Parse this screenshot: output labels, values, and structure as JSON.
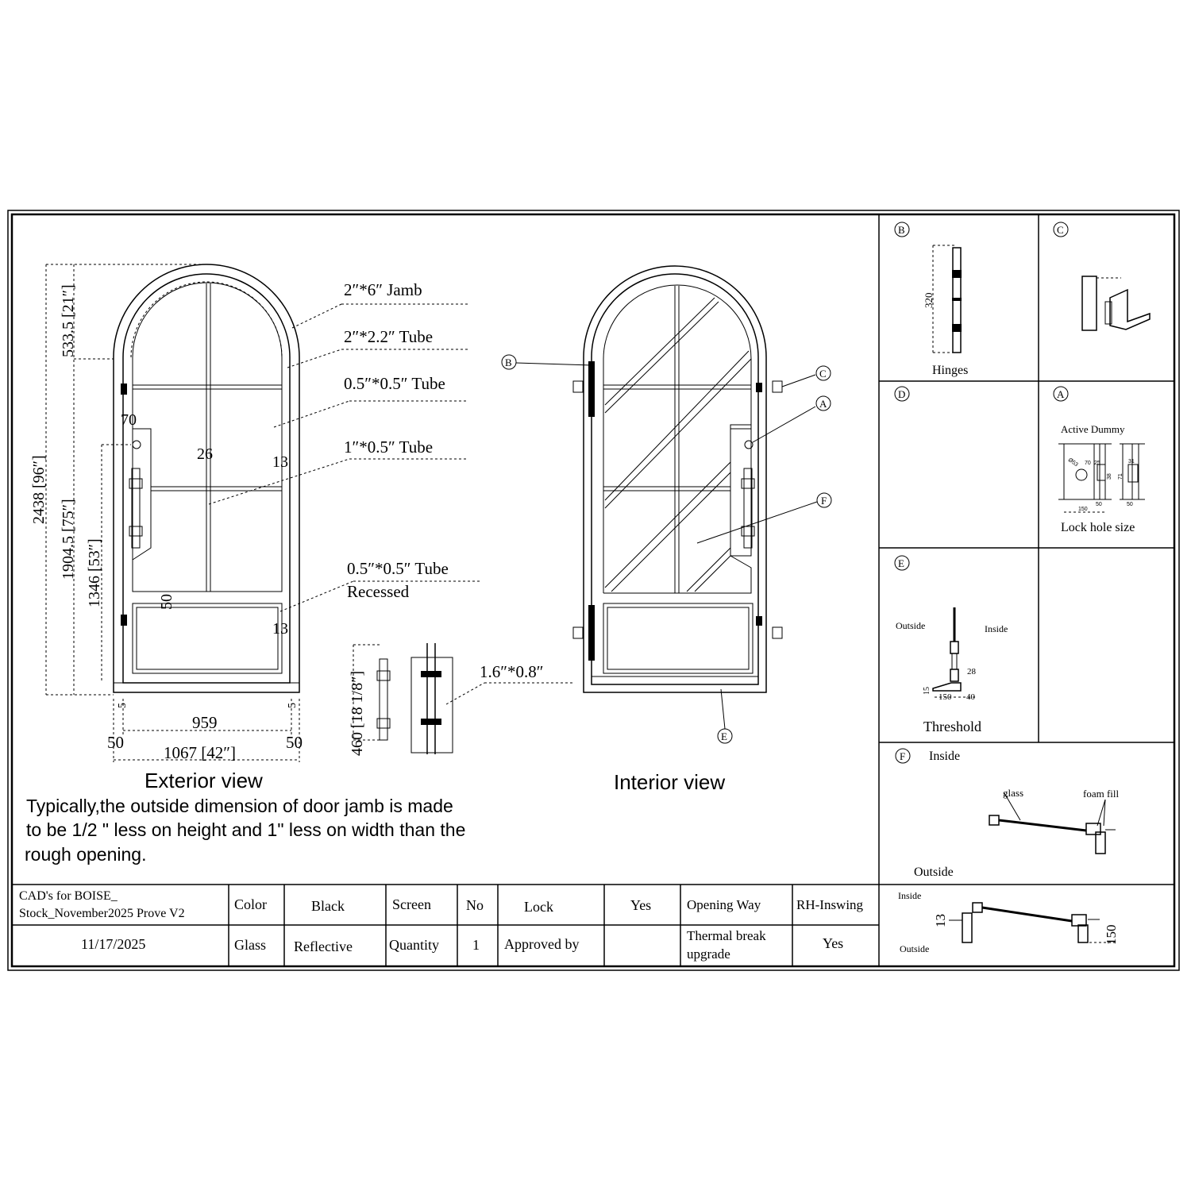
{
  "exterior": {
    "title": "Exterior view",
    "note_lines": [
      "Typically,the outside dimension of door jamb is made",
      "to be 1/2 \" less on height and 1\" less on width than the",
      "rough opening."
    ],
    "callouts": [
      "2″*6″ Jamb",
      "2″*2.2″ Tube",
      "0.5″*0.5″ Tube",
      "1″*0.5″ Tube",
      "0.5″*0.5″ Tube",
      "Recessed",
      "1.6″*0.8″"
    ],
    "dims": {
      "total_height": "2438 [96″]",
      "arch_height": "533.5 [21″]",
      "lock_height": "1904.5 [75″]",
      "handle_height": "1346 [53″]",
      "handle_length": "460 [18 1/8″]",
      "glass_width": "959",
      "total_width": "1067 [42″]",
      "side_left": "50",
      "side_right": "50",
      "small_left": "5",
      "small_right": "5",
      "lock_offset": "70",
      "mullion": "26",
      "bead_top": "13",
      "bead_bottom": "13",
      "rail": "50"
    }
  },
  "interior": {
    "title": "Interior view",
    "markers": [
      "B",
      "C",
      "A",
      "F",
      "E"
    ]
  },
  "details": {
    "B": {
      "marker": "B",
      "label": "Hinges",
      "dim": "320"
    },
    "C": {
      "marker": "C"
    },
    "D": {
      "marker": "D"
    },
    "A": {
      "marker": "A",
      "header": "Active Dummy",
      "label": "Lock hole size",
      "dims": [
        "Ø53",
        "70",
        "25",
        "38",
        "71",
        "31",
        "50",
        "50",
        "150"
      ]
    },
    "E": {
      "marker": "E",
      "label": "Threshold",
      "outside": "Outside",
      "inside": "Inside",
      "dims": [
        "28",
        "15",
        "150",
        "40"
      ]
    },
    "F": {
      "marker": "F",
      "inside": "Inside",
      "outside": "Outside",
      "glass": "glass",
      "foam": "foam fill"
    },
    "G": {
      "inside": "Inside",
      "outside": "Outside",
      "dims": [
        "13",
        "150"
      ]
    }
  },
  "title_block": {
    "project_line1": "CAD's for BOISE_",
    "project_line2": "Stock_November2025 Prove V2",
    "date": "11/17/2025",
    "row1": [
      "Color",
      "Black",
      "Screen",
      "No",
      "Lock",
      "Yes",
      "Opening Way",
      "RH-Inswing"
    ],
    "row2": [
      "Glass",
      "Reflective",
      "Quantity",
      "1",
      "Approved by",
      "",
      "Thermal break",
      "upgrade",
      "Yes"
    ]
  }
}
